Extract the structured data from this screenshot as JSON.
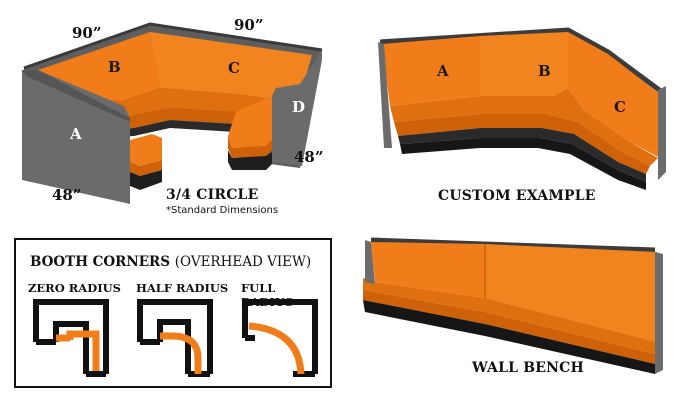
{
  "colors": {
    "orange": "#f07d1a",
    "orange_dark": "#d9670c",
    "gray": "#6a6a6a",
    "gray_dark": "#4a4a4a",
    "black": "#111111"
  },
  "circle_booth": {
    "dim_top_left": "90”",
    "dim_top_right": "90”",
    "dim_bottom_left": "48”",
    "dim_right": "48”",
    "letter_a": "A",
    "letter_b": "B",
    "letter_c": "C",
    "letter_d": "D",
    "caption": "3/4 CIRCLE",
    "note": "*Standard Dimensions"
  },
  "custom_example": {
    "letter_a": "A",
    "letter_b": "B",
    "letter_c": "C",
    "caption": "CUSTOM EXAMPLE"
  },
  "wall_bench": {
    "caption": "WALL BENCH"
  },
  "booth_corners": {
    "title": "BOOTH CORNERS",
    "subtitle": "(OVERHEAD VIEW)",
    "items": [
      {
        "label": "ZERO RADIUS",
        "icon": "zero-radius-corner-icon"
      },
      {
        "label": "HALF RADIUS",
        "icon": "half-radius-corner-icon"
      },
      {
        "label": "FULL RADIUS",
        "icon": "full-radius-corner-icon"
      }
    ]
  }
}
